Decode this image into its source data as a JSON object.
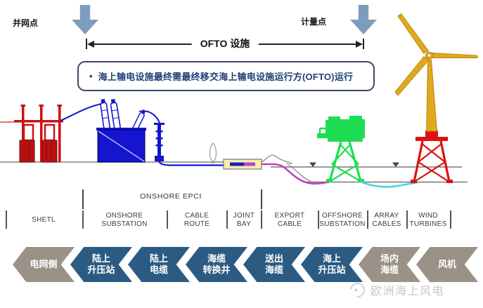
{
  "header": {
    "grid_point_label": "并网点",
    "metering_point_label": "计量点",
    "ofto_label": "OFTO 设施"
  },
  "note": {
    "bullet": "•",
    "text": "海上输电设施最终需最终移交海上输电设施运行方(OFTO)运行"
  },
  "epci": {
    "label": "ONSHORE EPCI"
  },
  "sections": [
    {
      "line1": "SHETL",
      "line2": ""
    },
    {
      "line1": "ONSHORE",
      "line2": "SUBSTATION"
    },
    {
      "line1": "CABLE",
      "line2": "ROUTE"
    },
    {
      "line1": "JOINT",
      "line2": "BAY"
    },
    {
      "line1": "EXPORT",
      "line2": "CABLE"
    },
    {
      "line1": "OFFSHORE",
      "line2": "SUBSTATION"
    },
    {
      "line1": "ARRAY",
      "line2": "CABLES"
    },
    {
      "line1": "WIND",
      "line2": "TURBINES"
    }
  ],
  "chevrons": [
    {
      "line1": "电网侧",
      "line2": "",
      "color": "#9B9287"
    },
    {
      "line1": "陆上",
      "line2": "升压站",
      "color": "#2B5B82"
    },
    {
      "line1": "陆上",
      "line2": "电缆",
      "color": "#2B5B82"
    },
    {
      "line1": "海缆",
      "line2": "转换井",
      "color": "#2B5B82"
    },
    {
      "line1": "送出",
      "line2": "海缆",
      "color": "#2B5B82"
    },
    {
      "line1": "海上",
      "line2": "升压站",
      "color": "#2B5B82"
    },
    {
      "line1": "场内",
      "line2": "海缆",
      "color": "#9B9287"
    },
    {
      "line1": "风机",
      "line2": "",
      "color": "#9B9287"
    }
  ],
  "watermark": {
    "text": "欧洲海上风电"
  },
  "colors": {
    "arrow_blue": "#7E9DBD",
    "chevron_blue": "#2B5B82",
    "chevron_gray": "#9B9287",
    "note_text_blue": "#1F3F77",
    "substation_red": "#CC1111",
    "transformer_blue": "#1515CF",
    "joint_bay_yellow": "#F5F0A8",
    "export_cable_magenta": "#C03FC9",
    "offshore_green": "#1EDD52",
    "array_cable_cyan": "#3FD9D9",
    "turbine_gold": "#DFA91E",
    "turbine_jacket_red": "#DD1111"
  }
}
